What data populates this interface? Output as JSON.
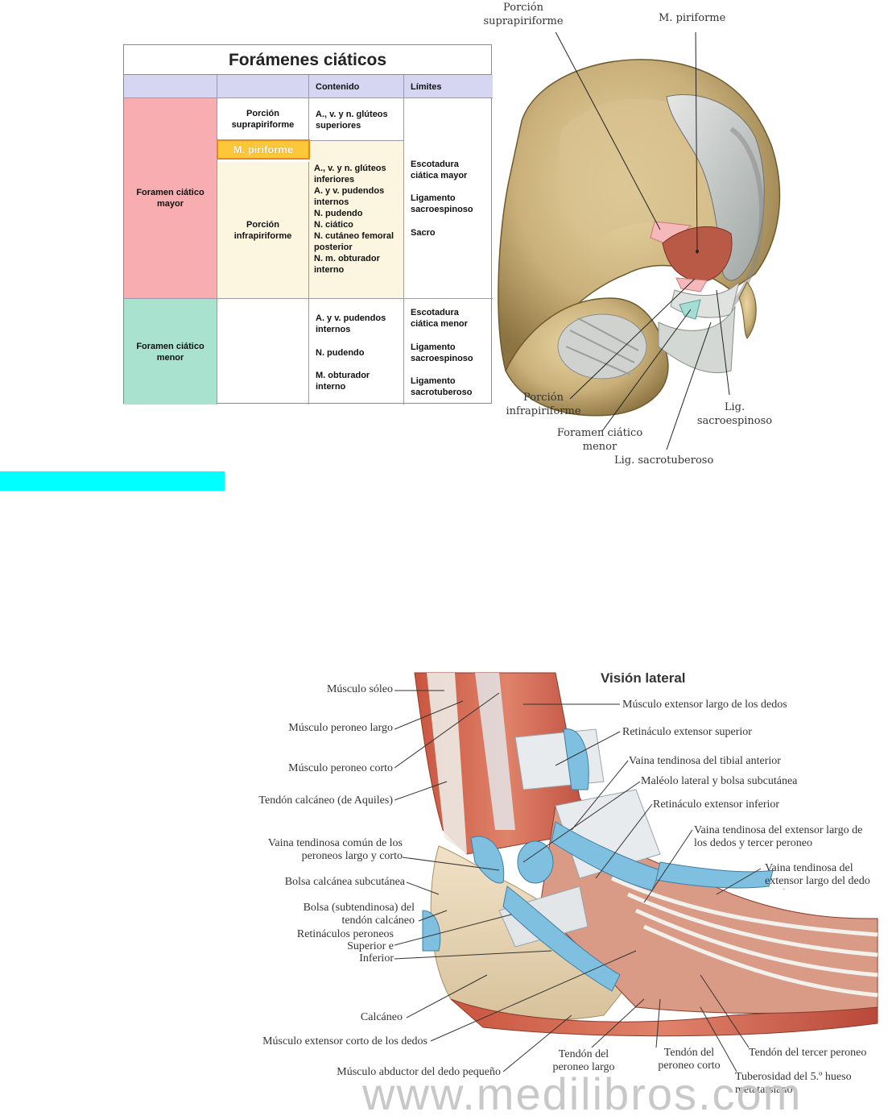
{
  "table": {
    "title": "Forámenes ciáticos",
    "headers": {
      "contenido": "Contenido",
      "limites": "Límites"
    },
    "major": {
      "label": "Foramen ciático mayor",
      "supra_label": "Porción suprapiriforme",
      "supra_content": "A., v. y n. glúteos superiores",
      "piriform": "M. piriforme",
      "infra_label": "Porción infrapiriforme",
      "infra_content": [
        "A., v. y n. glúteos inferiores",
        "A. y v. pudendos internos",
        "N. pudendo",
        "N. ciático",
        "N. cutáneo femoral posterior",
        "N. m. obturador interno"
      ],
      "limits": [
        "Escotadura ciática mayor",
        "Ligamento sacroespinoso",
        "Sacro"
      ]
    },
    "minor": {
      "label": "Foramen ciático menor",
      "content": [
        "A. y v. pudendos internos",
        "N. pudendo",
        "M. obturador interno"
      ],
      "limits": [
        "Escotadura ciática menor",
        "Ligamento sacroespinoso",
        "Ligamento sacrotuberoso"
      ]
    }
  },
  "pelvis_labels": {
    "supra": "Porción suprapiriforme",
    "piriform": "M. piriforme",
    "infra": "Porción infrapiriforme",
    "lig_sacroespinoso": "Lig. sacroespinoso",
    "foramen_menor": "Foramen ciático menor",
    "lig_sacrotuberoso": "Lig. sacrotuberoso"
  },
  "foot": {
    "view_title": "Visión lateral",
    "left_labels": [
      "Músculo sóleo",
      "Músculo peroneo largo",
      "Músculo peroneo corto",
      "Tendón calcáneo (de Aquiles)",
      "Vaina tendinosa común de los peroneos largo y corto",
      "Bolsa calcánea subcutánea",
      "Bolsa (subtendinosa) del tendón calcáneo",
      "Retináculos peroneos",
      "Superior e",
      "Inferior",
      "Calcáneo",
      "Músculo extensor corto de los dedos",
      "Músculo abductor del dedo pequeño"
    ],
    "right_labels": [
      "Músculo extensor largo de los dedos",
      "Retináculo extensor superior",
      "Vaina tendinosa del tibial anterior",
      "Maléolo lateral y bolsa subcutánea",
      "Retináculo extensor inferior",
      "Vaina tendinosa del extensor largo de los dedos y tercer peroneo",
      "Vaina tendinosa del extensor largo del dedo gordo"
    ],
    "bottom_labels": [
      "Tendón del peroneo largo",
      "Tendón del peroneo corto",
      "Tendón del tercer peroneo",
      "Tuberosidad del 5.º hueso metatarsiano"
    ],
    "watermark": "www.medilibros.com"
  }
}
